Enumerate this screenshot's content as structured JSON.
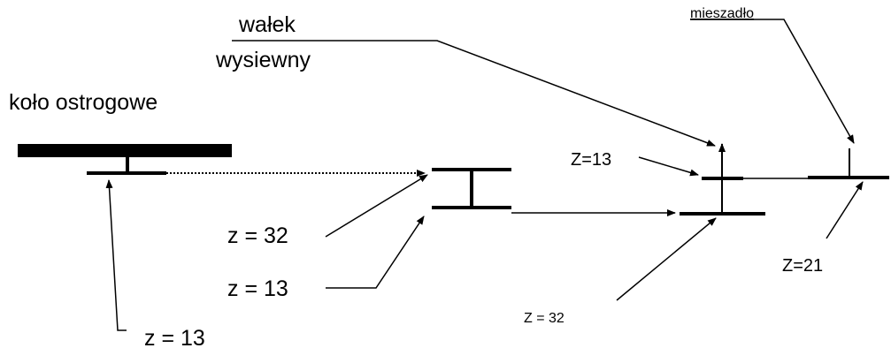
{
  "labels": {
    "wheel_title": "koło ostrogowe",
    "shaft_line1": "wałek",
    "shaft_line2": "wysiewny",
    "stirrer": "mieszadło",
    "wheel_gear": "z = 13",
    "mid_upper_gear": "z = 32",
    "mid_lower_gear": "z = 13",
    "right_upper_gear": "Z=13",
    "right_lower_gear": "Z = 32",
    "stirrer_gear": "Z=21"
  }
}
